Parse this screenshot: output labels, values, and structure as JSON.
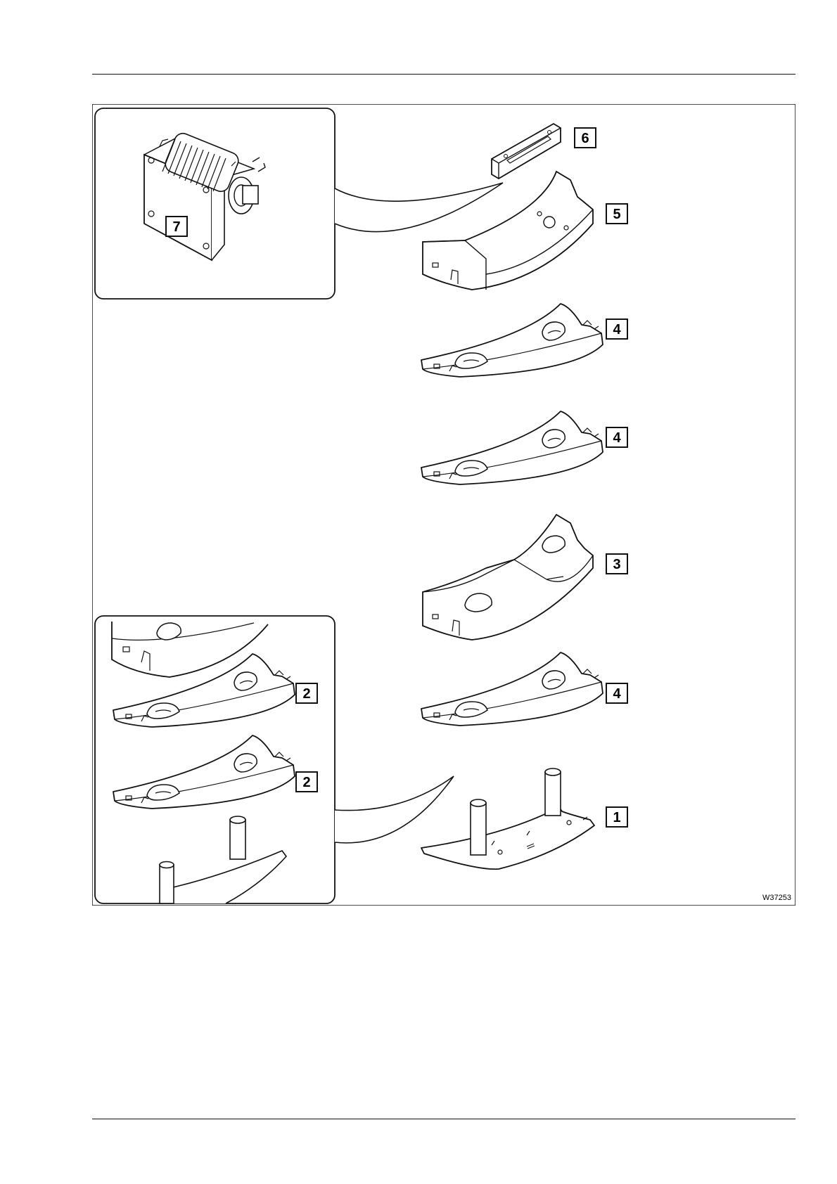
{
  "figure": {
    "id": "W37253",
    "callouts": [
      "7",
      "6",
      "5",
      "4",
      "4",
      "3",
      "2",
      "2",
      "4",
      "1"
    ]
  }
}
